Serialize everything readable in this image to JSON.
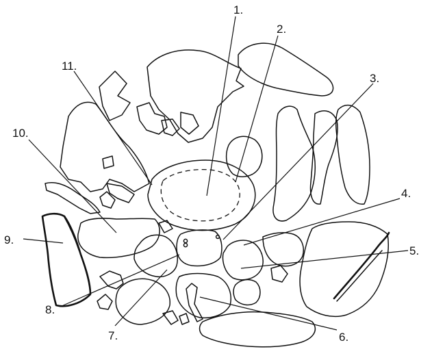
{
  "labels": [
    {
      "id": "1",
      "text": "1."
    },
    {
      "id": "2",
      "text": "2."
    },
    {
      "id": "3",
      "text": "3."
    },
    {
      "id": "4",
      "text": "4."
    },
    {
      "id": "5",
      "text": "5."
    },
    {
      "id": "6",
      "text": "6."
    },
    {
      "id": "7",
      "text": "7."
    },
    {
      "id": "8",
      "text": "8."
    },
    {
      "id": "9",
      "text": "9."
    },
    {
      "id": "10",
      "text": "10."
    },
    {
      "id": "11",
      "text": "11."
    }
  ],
  "colors": {
    "ink": "#111111",
    "background": "#ffffff"
  }
}
